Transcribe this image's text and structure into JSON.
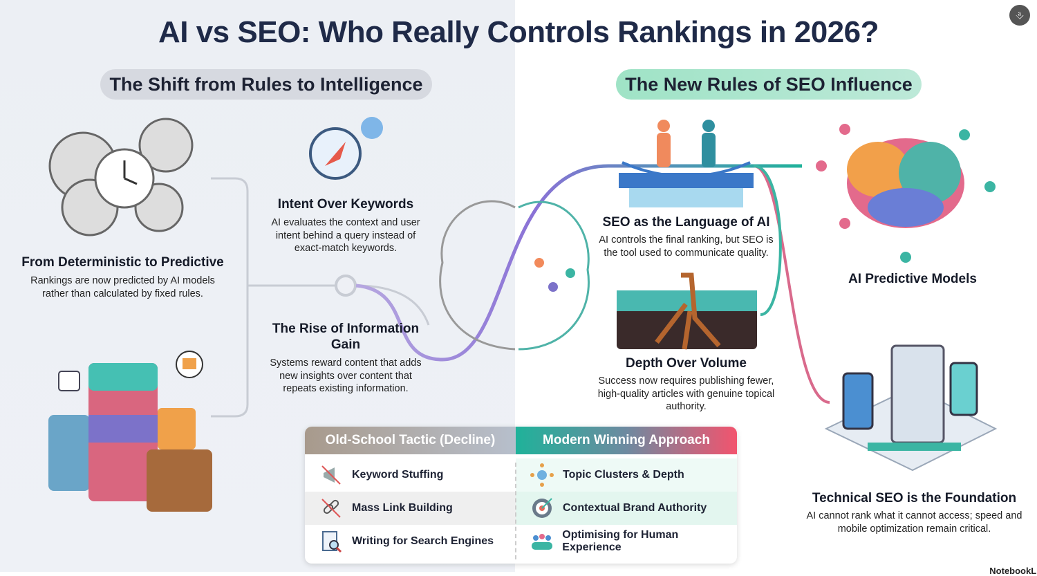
{
  "title": "AI vs SEO: Who Really Controls Rankings in 2026?",
  "left_section": {
    "pill": "The Shift from Rules to Intelligence",
    "items": [
      {
        "heading": "From Deterministic to Predictive",
        "text": "Rankings are now predicted by AI models rather than calculated by fixed rules."
      },
      {
        "heading": "Intent Over Keywords",
        "text": "AI evaluates the context and user intent behind a query instead of exact-match keywords."
      },
      {
        "heading": "The Rise of Information Gain",
        "text": "Systems reward content that adds new insights over content that repeats existing information."
      }
    ]
  },
  "right_section": {
    "pill": "The New Rules of SEO Influence",
    "items": [
      {
        "heading": "SEO as the Language of AI",
        "text": "AI controls the final ranking, but SEO is the tool used to communicate quality."
      },
      {
        "heading": "AI Predictive Models",
        "text": ""
      },
      {
        "heading": "Depth Over Volume",
        "text": "Success now requires publishing fewer, high-quality articles with genuine topical authority."
      },
      {
        "heading": "Technical SEO is the Foundation",
        "text": "AI cannot rank what it cannot access; speed and mobile optimization remain critical."
      }
    ]
  },
  "table": {
    "headers": [
      "Old-School Tactic (Decline)",
      "Modern Winning Approach"
    ],
    "rows": [
      {
        "old": "Keyword Stuffing",
        "old_icon": "crossed-megaphone-icon",
        "new": "Topic Clusters & Depth",
        "new_icon": "network-hub-icon"
      },
      {
        "old": "Mass Link Building",
        "old_icon": "crossed-chain-link-icon",
        "new": "Contextual Brand Authority",
        "new_icon": "target-icon"
      },
      {
        "old": "Writing for Search Engines",
        "old_icon": "document-search-icon",
        "new": "Optimising for Human Experience",
        "new_icon": "people-group-icon"
      }
    ]
  },
  "watermark": "NotebookLM",
  "colors": {
    "title": "#1f2a48",
    "teal": "#1fb29a",
    "pink": "#f2546e"
  }
}
